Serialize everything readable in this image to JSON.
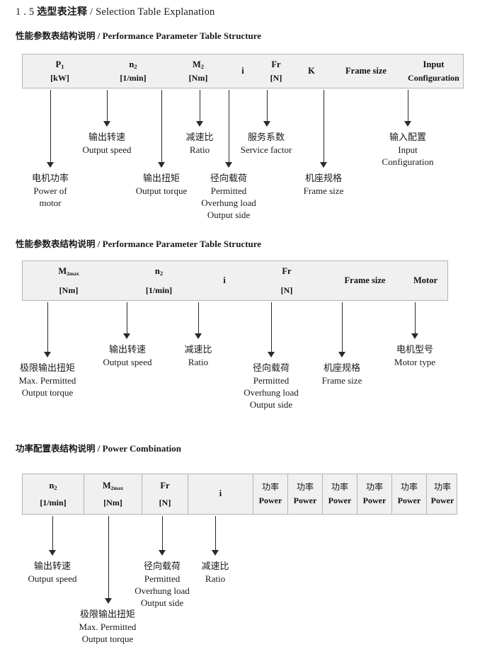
{
  "document": {
    "title_number": "1 . 5",
    "title_cn": "选型表注释",
    "title_sep": "/",
    "title_en": "Selection Table Explanation"
  },
  "sections": [
    {
      "id": "performance-parameter-1",
      "heading_cn": "性能参数表结构说明",
      "heading_sep": "/",
      "heading_en": "Performance Parameter Table Structure",
      "table": {
        "divided": false,
        "columns": [
          {
            "symbol": "P",
            "sub": "1",
            "unit": "[kW]"
          },
          {
            "symbol": "n",
            "sub": "2",
            "unit": "[1/min]"
          },
          {
            "symbol": "M",
            "sub": "2",
            "unit": "[Nm]"
          },
          {
            "symbol": "i",
            "sub": "",
            "unit": ""
          },
          {
            "symbol": "Fr",
            "sub": "",
            "unit": "[N]"
          },
          {
            "symbol": "K",
            "sub": "",
            "unit": ""
          },
          {
            "symbol": "Frame size",
            "sub": "",
            "unit": ""
          },
          {
            "symbol": "Input",
            "sub": "",
            "unit": "Configuration"
          }
        ],
        "notes": [
          {
            "cn": "电机功率",
            "en": [
              "Power of",
              "motor"
            ]
          },
          {
            "cn": "输出转速",
            "en": [
              "Output speed"
            ]
          },
          {
            "cn": "输出扭矩",
            "en": [
              "Output torque"
            ]
          },
          {
            "cn": "减速比",
            "en": [
              "Ratio"
            ]
          },
          {
            "cn": "径向载荷",
            "en": [
              "Permitted",
              "Overhung load",
              "Output side"
            ]
          },
          {
            "cn": "服务系数",
            "en": [
              "Service factor"
            ]
          },
          {
            "cn": "机座规格",
            "en": [
              "Frame size"
            ]
          },
          {
            "cn": "输入配置",
            "en": [
              "Input",
              "Configuration"
            ]
          }
        ]
      }
    },
    {
      "id": "performance-parameter-2",
      "heading_cn": "性能参数表结构说明",
      "heading_sep": "/",
      "heading_en": "Performance Parameter Table Structure",
      "table": {
        "divided": false,
        "columns": [
          {
            "symbol": "M",
            "sub": "2max",
            "unit": "[Nm]"
          },
          {
            "symbol": "n",
            "sub": "2",
            "unit": "[1/min]"
          },
          {
            "symbol": "i",
            "sub": "",
            "unit": ""
          },
          {
            "symbol": "Fr",
            "sub": "",
            "unit": "[N]"
          },
          {
            "symbol": "Frame size",
            "sub": "",
            "unit": ""
          },
          {
            "symbol": "Motor",
            "sub": "",
            "unit": ""
          }
        ],
        "notes": [
          {
            "cn": "极限输出扭矩",
            "en": [
              "Max. Permitted",
              "Output  torque"
            ]
          },
          {
            "cn": "输出转速",
            "en": [
              "Output speed"
            ]
          },
          {
            "cn": "减速比",
            "en": [
              "Ratio"
            ]
          },
          {
            "cn": "径向载荷",
            "en": [
              "Permitted",
              "Overhung load",
              "Output side"
            ]
          },
          {
            "cn": "机座规格",
            "en": [
              "Frame size"
            ]
          },
          {
            "cn": "电机型号",
            "en": [
              "Motor type"
            ]
          }
        ]
      }
    },
    {
      "id": "power-combination",
      "heading_cn": "功率配置表结构说明",
      "heading_sep": "/",
      "heading_en": "Power Combination",
      "table": {
        "divided": true,
        "columns": [
          {
            "symbol": "n",
            "sub": "2",
            "unit": "[1/min]"
          },
          {
            "symbol": "M",
            "sub": "2max",
            "unit": "[Nm]"
          },
          {
            "symbol": "Fr",
            "sub": "",
            "unit": "[N]"
          },
          {
            "symbol": "i",
            "sub": "",
            "unit": ""
          },
          {
            "symbol_cn": "功率",
            "sub": "",
            "unit": "Power"
          },
          {
            "symbol_cn": "功率",
            "sub": "",
            "unit": "Power"
          },
          {
            "symbol_cn": "功率",
            "sub": "",
            "unit": "Power"
          },
          {
            "symbol_cn": "功率",
            "sub": "",
            "unit": "Power"
          },
          {
            "symbol_cn": "功率",
            "sub": "",
            "unit": "Power"
          },
          {
            "symbol_cn": "功率",
            "sub": "",
            "unit": "Power"
          }
        ],
        "notes": [
          {
            "cn": "输出转速",
            "en": [
              "Output speed"
            ]
          },
          {
            "cn": "极限输出扭矩",
            "en": [
              "Max. Permitted",
              "Output  torque"
            ]
          },
          {
            "cn": "径向载荷",
            "en": [
              "Permitted",
              "Overhung load",
              "Output side"
            ]
          },
          {
            "cn": "减速比",
            "en": [
              "Ratio"
            ]
          }
        ]
      }
    }
  ],
  "colors": {
    "table_fill": "#f0f0f0",
    "table_border": "#b5b5b5",
    "arrow": "#2a2a2a",
    "text": "#1a1a1a"
  }
}
